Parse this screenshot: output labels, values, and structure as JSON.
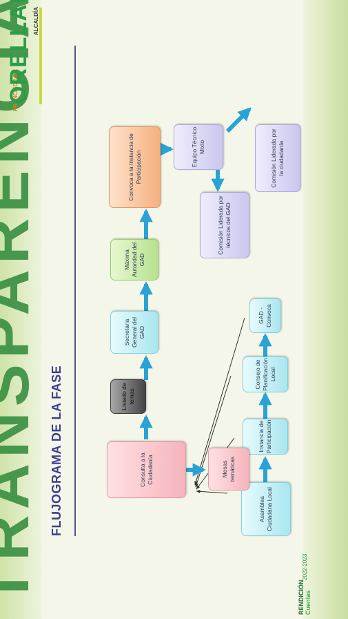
{
  "watermark": "TRANSPARENCIA",
  "logo": {
    "small": "FRANCISCO DE",
    "main": "ORELLANA",
    "sub": "ALCALDÍA"
  },
  "badge": {
    "line1": "RENDICIÓN",
    "line2": "Cuentas",
    "extra": "2022-2023"
  },
  "title": "FLUJOGRAMA DE LA FASE",
  "nodes": {
    "asamblea": "Asamblea Ciudadana Local",
    "instancia": "Instancia de Participación",
    "consejo": "Consejo de Planificación Local",
    "gad_convoca": "GAD - Convoca",
    "consulta": "Consulta a la Ciudadanía",
    "mesas": "Mesas temáticas",
    "listado": "Listado de temas",
    "secretaria": "Secretaria General del GAD",
    "maxima": "Máxima Autoridad del GAD",
    "convoca_instancia": "Convoca a la Instancia de Participación",
    "equipo": "Equipo Técnico Mixto",
    "comision_tecnicos": "Comisión Liderada por técnicos del GAD",
    "comision_ciudadania": "Comisión Liderada por la ciudadanía"
  },
  "colors": {
    "title": "#3b3f8f",
    "arrow": "#29a3d6",
    "brand_green": "#2e9c47"
  }
}
